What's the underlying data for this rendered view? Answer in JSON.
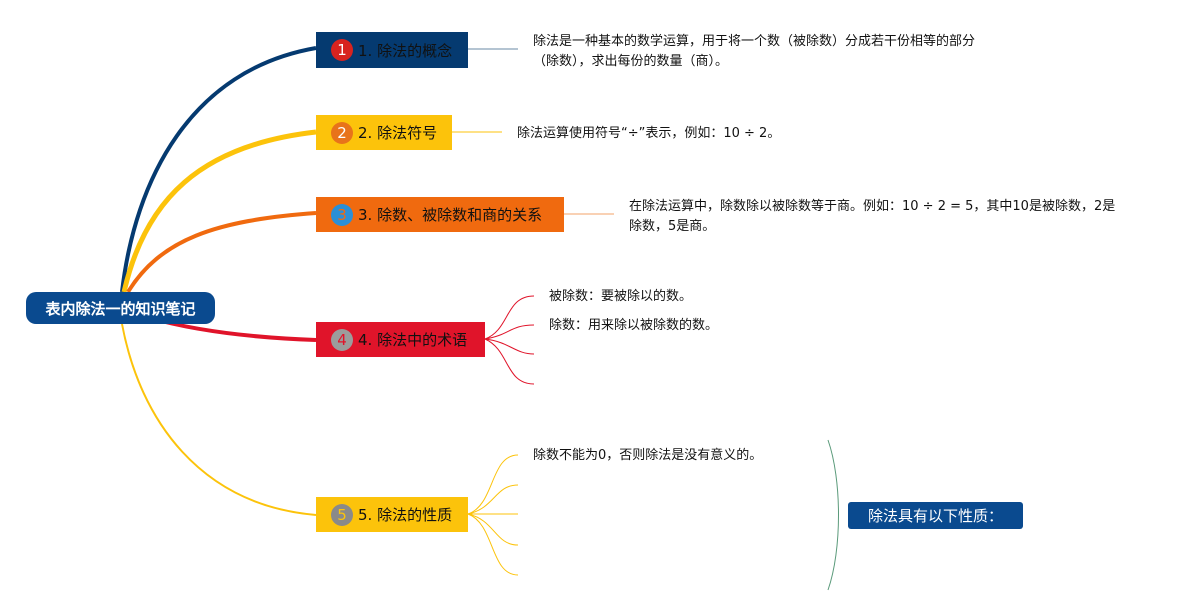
{
  "root": {
    "label": "表内除法一的知识笔记"
  },
  "branches": [
    {
      "num": "1",
      "label": "1. 除法的概念",
      "color": "#053a70",
      "badge_color": "#d8231f"
    },
    {
      "num": "2",
      "label": "2. 除法符号",
      "color": "#fcc30b",
      "badge_color": "#e8731a"
    },
    {
      "num": "3",
      "label": "3. 除数、被除数和商的关系",
      "color": "#f06a0f",
      "badge_color": "#2b8fd6"
    },
    {
      "num": "4",
      "label": "4. 除法中的术语",
      "color": "#e0142a",
      "badge_color": "#9c9c9c"
    },
    {
      "num": "5",
      "label": "5. 除法的性质",
      "color": "#fcc30b",
      "badge_color": "#8a8a8a"
    }
  ],
  "details": {
    "concept_line1": "除法是一种基本的数学运算，用于将一个数（被除数）分成若干份相等的部分",
    "concept_line2": "（除数），求出每份的数量（商）。",
    "symbol": "除法运算使用符号“÷”表示，例如：10 ÷ 2。",
    "relation_line1": "在除法运算中，除数除以被除数等于商。例如：10 ÷ 2 = 5，其中10是被除数，2是",
    "relation_line2": "除数，5是商。",
    "term_dividend": "被除数：要被除以的数。",
    "term_divisor": "除数：用来除以被除数的数。",
    "property_zero": "除数不能为0，否则除法是没有意义的。"
  },
  "side_label": "除法具有以下性质："
}
